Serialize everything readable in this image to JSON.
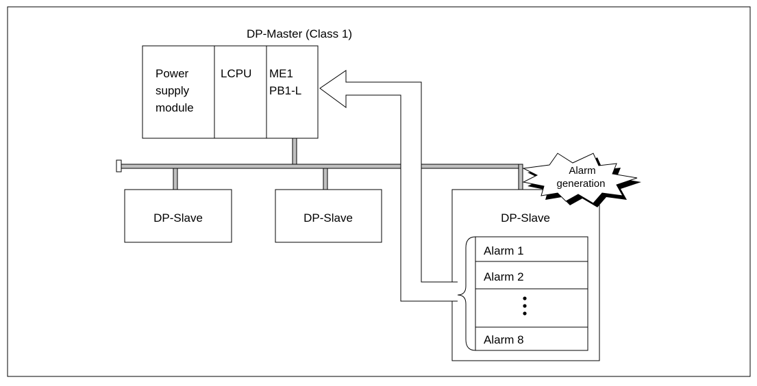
{
  "master": {
    "title": "DP-Master (Class 1)",
    "psu_lines": [
      "Power",
      "supply",
      "module"
    ],
    "cpu": "LCPU",
    "module_lines": [
      "ME1",
      "PB1-L"
    ]
  },
  "slaves": {
    "slave1": "DP-Slave",
    "slave2": "DP-Slave",
    "slave3": "DP-Slave"
  },
  "alarm_burst_lines": [
    "Alarm",
    "generation"
  ],
  "alarms": {
    "a1": "Alarm 1",
    "a2": "Alarm 2",
    "a8": "Alarm 8"
  },
  "colors": {
    "bus_fill": "#c0c0c0",
    "stroke": "#000000"
  }
}
